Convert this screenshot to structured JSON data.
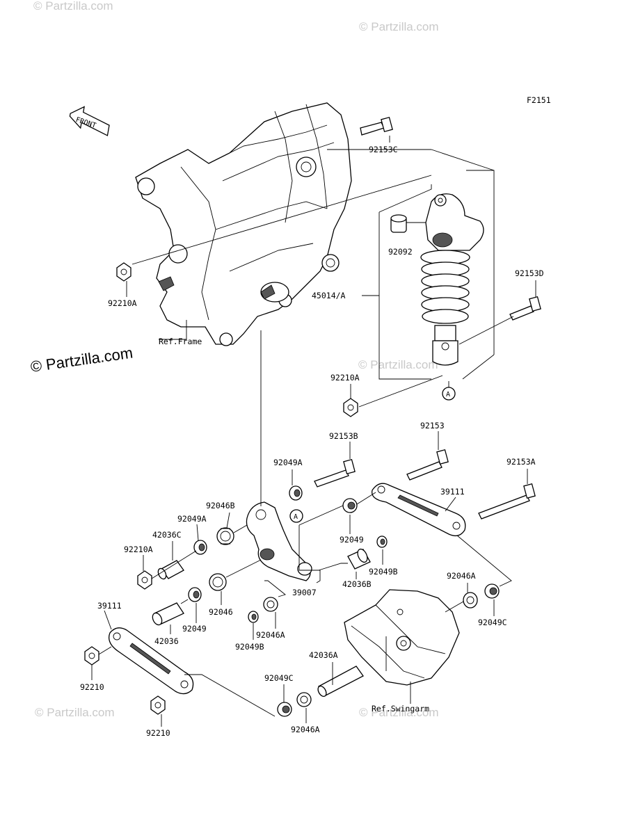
{
  "diagram_code": "F2151",
  "front_arrow_label": "FRONT",
  "watermark": "© Partzilla.com",
  "watermark_main": "© Partzilla.com",
  "ref_labels": {
    "frame": "Ref.Frame",
    "swingarm": "Ref.Swingarm"
  },
  "callout_marker": "A",
  "parts": {
    "p92153C": "92153C",
    "p92092": "92092",
    "p92153D": "92153D",
    "p45014A": "45014/A",
    "p92210A_top": "92210A",
    "p92210A_mid": "92210A",
    "p92210A_left": "92210A",
    "p92153B": "92153B",
    "p92153": "92153",
    "p92153A": "92153A",
    "p92049A_top": "92049A",
    "p92049A_left": "92049A",
    "p92046B": "92046B",
    "p42036C": "42036C",
    "p39111_right": "39111",
    "p39111_left": "39111",
    "p92049_mid": "92049",
    "p92049B_right": "92049B",
    "p42036B": "42036B",
    "p39007": "39007",
    "p92046A_right": "92046A",
    "p92049C_right": "92049C",
    "p92046": "92046",
    "p92049_left": "92049",
    "p42036": "42036",
    "p92046A_mid": "92046A",
    "p92049B_mid": "92049B",
    "p42036A": "42036A",
    "p92210_a": "92210",
    "p92210_b": "92210",
    "p92049C_bottom": "92049C",
    "p92046A_bottom": "92046A"
  }
}
